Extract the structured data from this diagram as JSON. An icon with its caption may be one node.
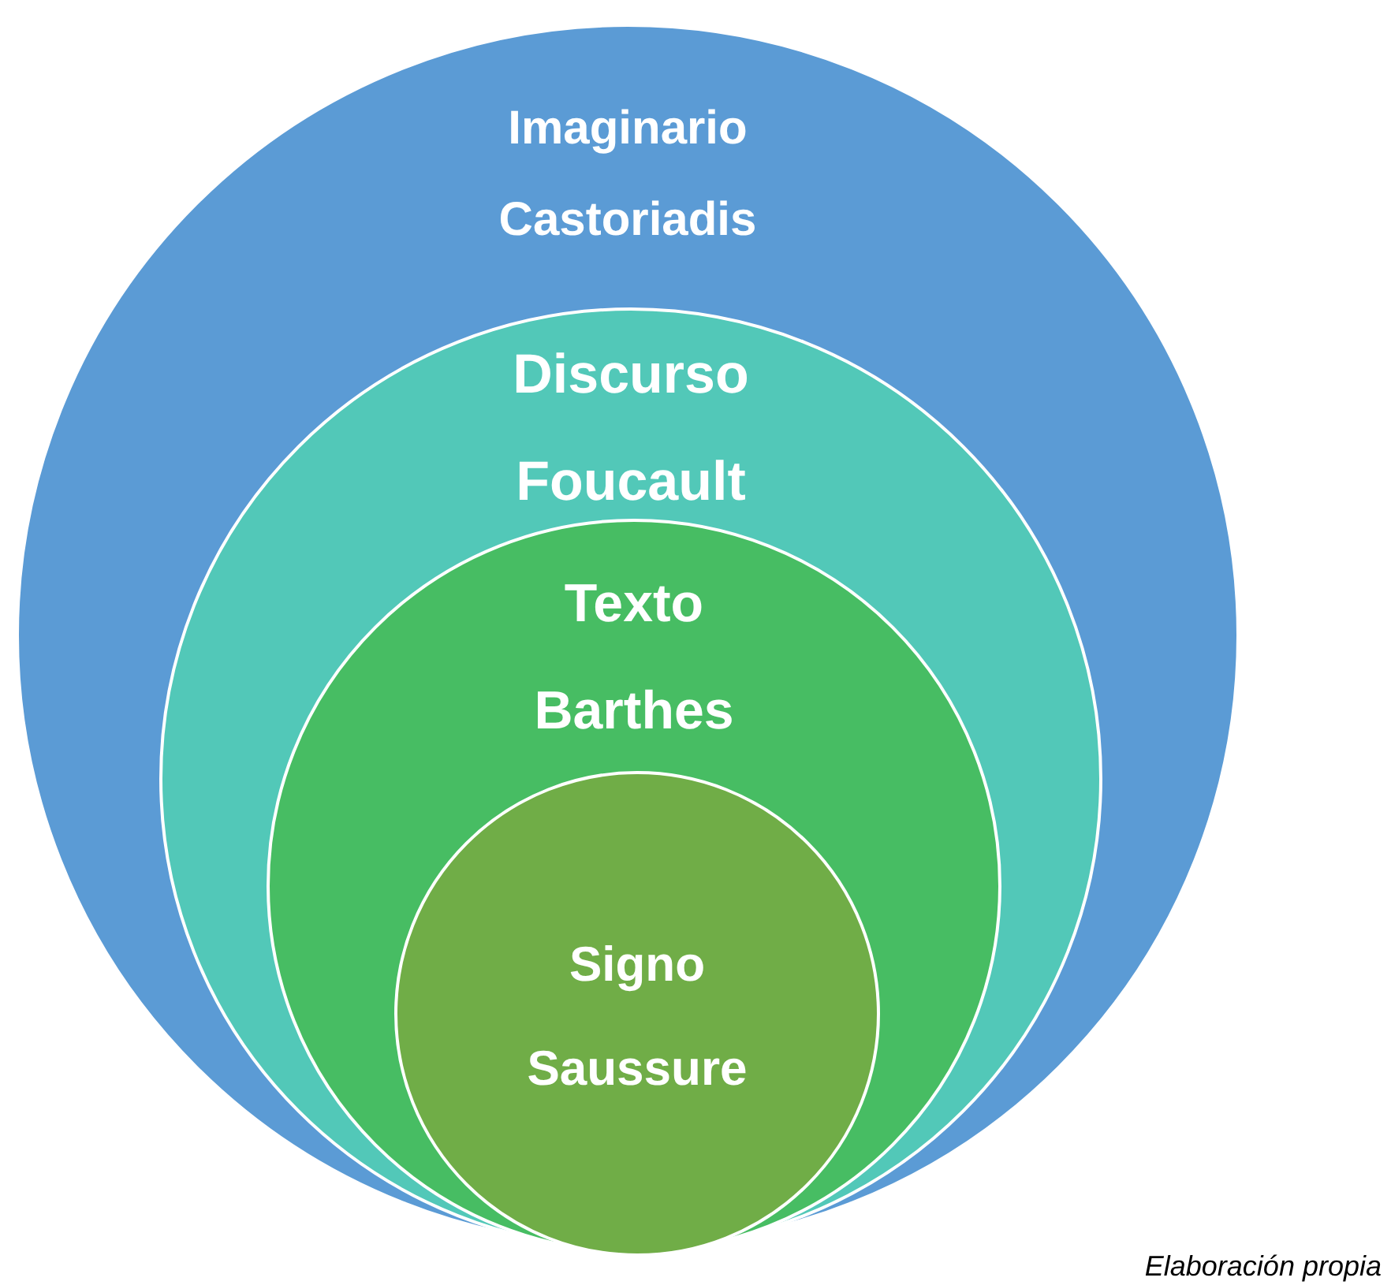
{
  "diagram": {
    "caption": "Elaboración propia",
    "nodes": [
      {
        "text": [
          "Imaginario",
          "Castoriadis"
        ]
      },
      {
        "text": [
          "Discurso",
          "Foucault"
        ],
        "in": 0
      },
      {
        "text": [
          "Texto",
          "Barthes"
        ],
        "in": 1
      },
      {
        "text": [
          "Signo",
          "Saussure"
        ],
        "in": 2
      }
    ]
  }
}
